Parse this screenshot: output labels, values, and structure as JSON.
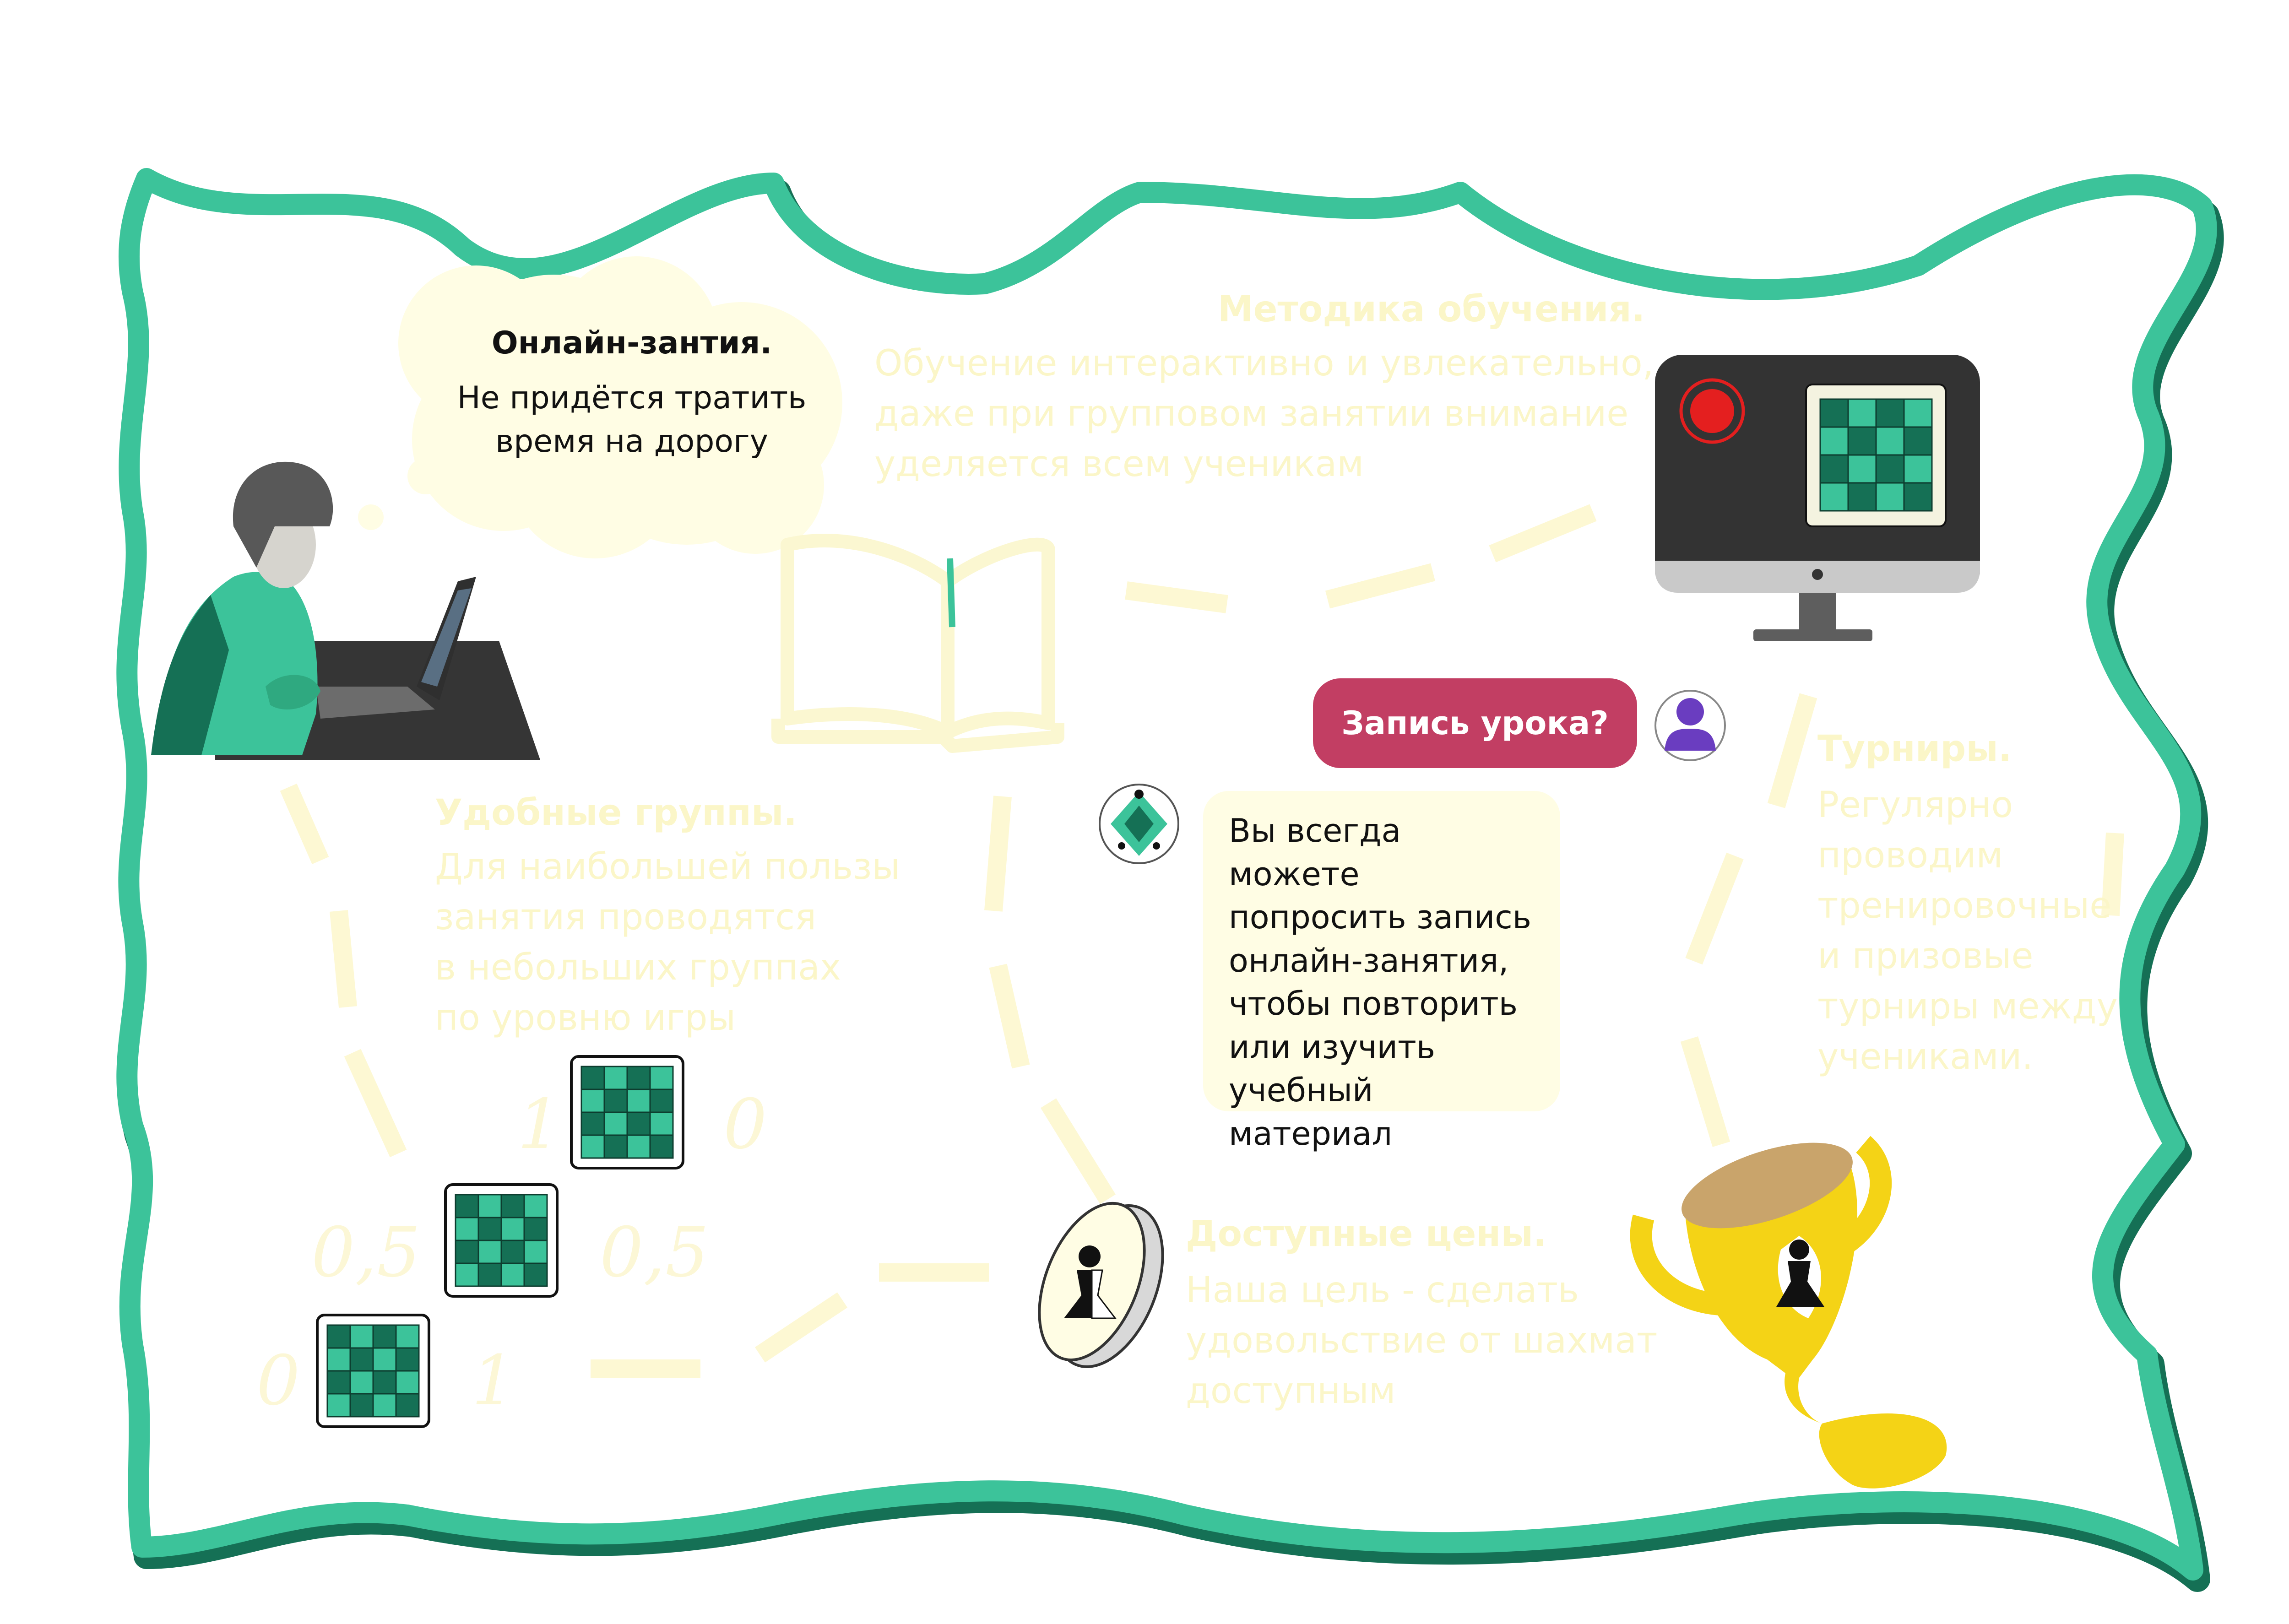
{
  "online_bubble": {
    "title": "Онлайн-зантия.",
    "body_line1": "Не придётся тратить",
    "body_line2": "время на дорогу"
  },
  "method_section": {
    "title": "Методика обучения.",
    "lines": [
      "Обучение интерактивно и увлекательно,",
      "даже при групповом занятии внимание",
      "уделяется всем ученикам"
    ]
  },
  "groups_section": {
    "title": "Удобные группы.",
    "lines": [
      "Для наибольшей пользы",
      "занятия проводятся",
      "в небольших группах",
      "по уровню игры"
    ]
  },
  "tournaments_section": {
    "title": "Турниры.",
    "lines": [
      "Регулярно",
      "проводим",
      "тренировочные",
      "и призовые",
      "турниры между",
      "учениками."
    ]
  },
  "prices_section": {
    "title": "Доступные цены.",
    "lines": [
      "Наша цель - сделать",
      "удовольствие от шахмат",
      "доступным"
    ]
  },
  "chat": {
    "question": "Запись урока?",
    "answer": "Вы всегда можете\nпопросить запись\nонлайн-занятия,\nчтобы повторить\nили изучить\nучебный материал"
  },
  "scores": {
    "s1": "1",
    "s0a": "0",
    "s05a": "0,5",
    "s05b": "0,5",
    "s0b": "0",
    "s1b": "1"
  },
  "colors": {
    "frame_light": "#3cc39a",
    "frame_dark": "#157055",
    "path_yellow": "#fdf8d3",
    "chat_pill": "#c23e63",
    "reply_bg": "#fffde4",
    "trophy_gold": "#f4d316",
    "monitor_dark": "#333333",
    "rec_red": "#e41f1f"
  },
  "icons": {
    "student": "student-laptop-icon",
    "book": "open-book-icon",
    "monitor": "monitor-recording-icon",
    "avatar": "user-avatar-icon",
    "logo": "chess-logo-icon",
    "coin": "pawn-coin-icon",
    "trophy": "trophy-icon",
    "boards": "chessboard-icon"
  }
}
